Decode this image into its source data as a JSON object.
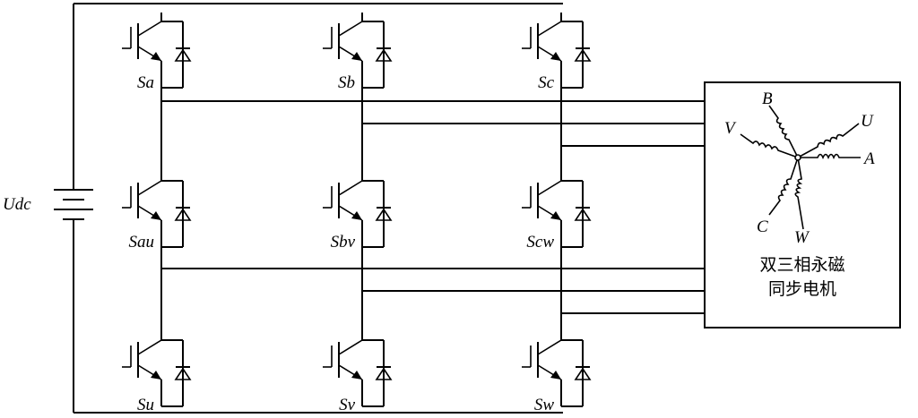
{
  "source": {
    "label": "Udc"
  },
  "switches": [
    {
      "id": "sa",
      "label": "Sa"
    },
    {
      "id": "sb",
      "label": "Sb"
    },
    {
      "id": "sc",
      "label": "Sc"
    },
    {
      "id": "sau",
      "label": "Sau"
    },
    {
      "id": "sbv",
      "label": "Sbv"
    },
    {
      "id": "scw",
      "label": "Scw"
    },
    {
      "id": "su",
      "label": "Su"
    },
    {
      "id": "sv",
      "label": "Sv"
    },
    {
      "id": "sw",
      "label": "Sw"
    }
  ],
  "motor": {
    "winding_labels": [
      "A",
      "B",
      "C",
      "U",
      "V",
      "W"
    ],
    "name_line1": "双三相永磁",
    "name_line2": "同步电机"
  }
}
